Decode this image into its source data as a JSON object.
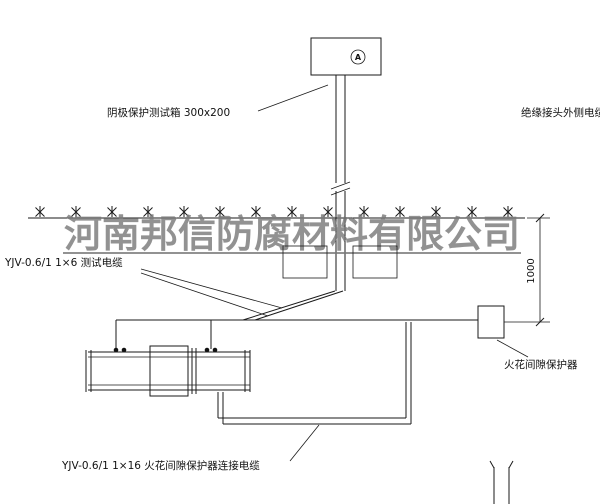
{
  "diagram": {
    "test_box_label": "阴极保护测试箱 300x200",
    "test_box_symbol": "A",
    "right_cable_label": "绝缘接头外侧电缆",
    "test_cable_label": "YJV-0.6/1 1×6  测试电缆",
    "spark_protector_label": "火花间隙保护器",
    "bottom_cable_label": "YJV-0.6/1 1×16  火花间隙保护器连接电缆",
    "dimension_1000": "1000"
  },
  "watermark": {
    "text": "河南邦信防腐材料有限公司",
    "color": "#787878"
  },
  "colors": {
    "line": "#1a1a1a",
    "background": "#ffffff"
  }
}
